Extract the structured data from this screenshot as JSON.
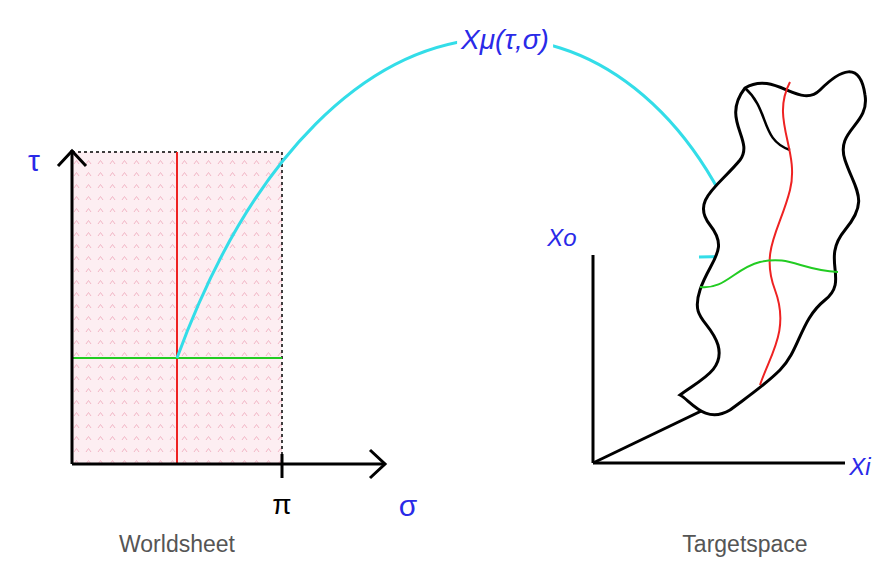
{
  "diagram": {
    "labels": [
      "Xμ(τ,σ)",
      "τ",
      "π",
      "σ",
      "Xo",
      "Xi",
      "Worldsheet",
      "Targetspace"
    ]
  }
}
